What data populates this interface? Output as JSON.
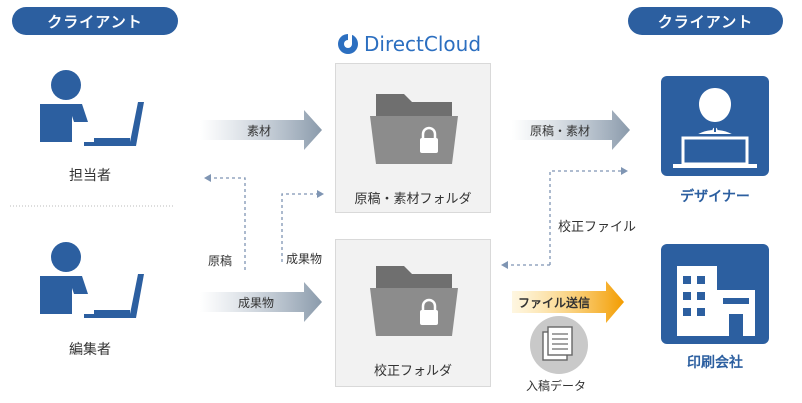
{
  "left_client_badge": "クライアント",
  "right_client_badge": "クライアント",
  "logo_text": "DirectCloud",
  "person_1_label": "担当者",
  "person_2_label": "編集者",
  "folder_1_label": "原稿・素材フォルダ",
  "folder_2_label": "校正フォルダ",
  "arrow_sozai": "素材",
  "arrow_genkou_sozai": "原稿・素材",
  "label_genkou": "原稿",
  "label_seikabutsu_1": "成果物",
  "arrow_seikabutsu_2": "成果物",
  "label_kousei_file": "校正ファイル",
  "arrow_file_soushin": "ファイル送信",
  "document_label": "入稿データ",
  "designer_label": "デザイナー",
  "printer_label": "印刷会社",
  "colors": {
    "brand_blue": "#2c5fa0",
    "gray_arrow": "#8a9aab",
    "orange": "#f5a000",
    "dashed": "#7f95b3"
  }
}
